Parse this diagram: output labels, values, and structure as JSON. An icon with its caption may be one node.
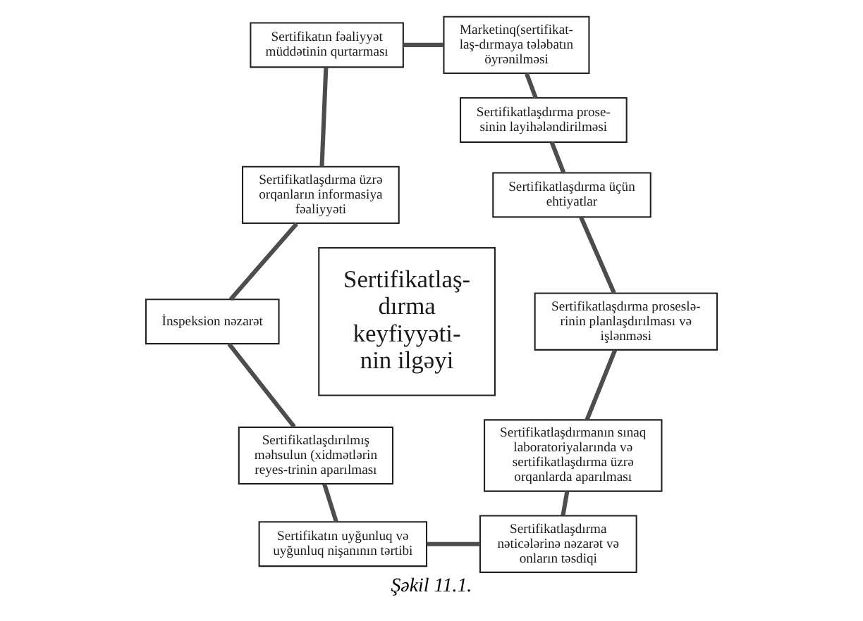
{
  "diagram": {
    "caption": "Şəkil 11.1.",
    "nodes": [
      {
        "text": [
          "Marketinq(sertifikat- laş-dırmaya tələbatın öyrənilməsi"
        ]
      },
      {
        "text": [
          "Sertifikatlaşdırma prose- sinin layihələndirilməsi"
        ]
      },
      {
        "text": [
          "Sertifikatlaşdırma üçün ehtiyatlar"
        ]
      },
      {
        "text": [
          "Sertifikatlaşdırma proseslə- rinin planlaşdırılması və işlənməsi"
        ]
      },
      {
        "text": [
          "Sertifikatlaşdırmanın sınaq laboratoriyalarında və sertifikatlaşdırma üzrə orqanlarda aparılması"
        ]
      },
      {
        "text": [
          "Sertifikatlaşdırma nəticələrinə nəzarət və onların təsdiqi"
        ]
      },
      {
        "text": [
          "Sertifikatın uyğunluq və uyğunluq nişanının tərtibi"
        ]
      },
      {
        "text": [
          "Sertifikatlaşdırılmış məhsulun (xidmətlərin reyes-trinin aparılması"
        ]
      },
      {
        "text": [
          "İnspeksion nəzarət"
        ]
      },
      {
        "text": [
          "Sertifikatlaşdırma üzrə orqanların informasiya fəaliyyəti"
        ]
      },
      {
        "text": [
          "Sertifikatın fəaliyyət müddətinin qurtarması"
        ]
      },
      {
        "text": [
          "Sertifikatlaş- dırma keyfiyyəti- nin ilgəyi"
        ]
      }
    ],
    "edges": [
      {
        "from": 0,
        "to": 1,
        "arrow": "none"
      },
      {
        "from": 1,
        "to": 2,
        "arrow": "none"
      },
      {
        "from": 2,
        "to": 3,
        "arrow": "none"
      },
      {
        "from": 3,
        "to": 4,
        "arrow": "none"
      },
      {
        "from": 4,
        "to": 5,
        "arrow": "none"
      },
      {
        "from": 6,
        "to": 5,
        "arrow": "none"
      },
      {
        "from": 7,
        "to": 6,
        "arrow": "none"
      },
      {
        "from": 8,
        "to": 7,
        "arrow": "none"
      },
      {
        "from": 9,
        "to": 8,
        "arrow": "none"
      },
      {
        "from": 10,
        "to": 9,
        "arrow": "none"
      },
      {
        "from": 10,
        "to": 0,
        "arrow": "none"
      }
    ]
  }
}
